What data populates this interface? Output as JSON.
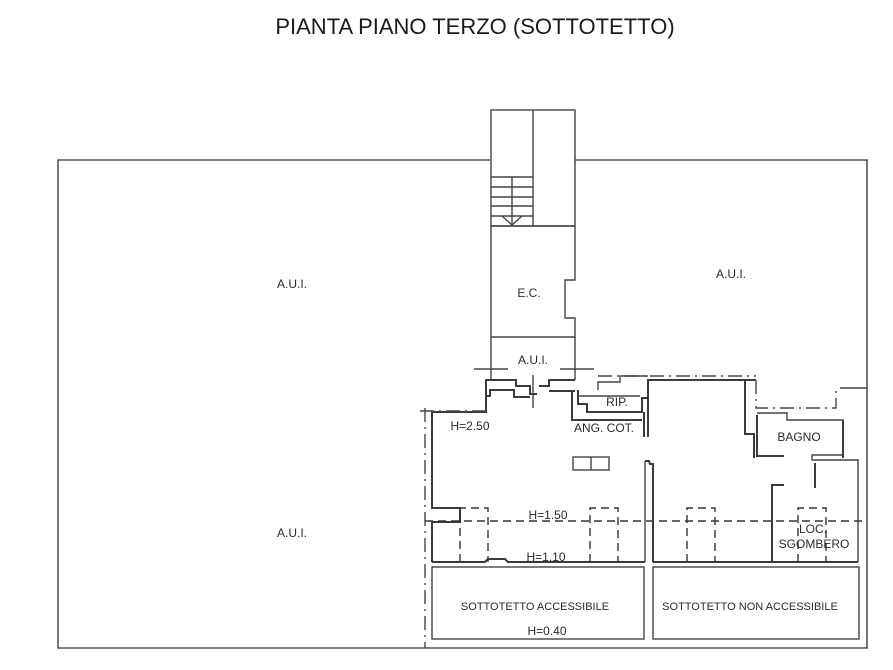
{
  "drawing": {
    "title": "PIANTA PIANO TERZO (SOTTOTETTO)",
    "colors": {
      "background": "#ffffff",
      "lines": "#3a3a3a",
      "text": "#2a2a2a"
    }
  },
  "areas": {
    "aui_top_left": "A.U.I.",
    "aui_bottom_left": "A.U.I.",
    "aui_top_right": "A.U.I.",
    "aui_landing": "A.U.I.",
    "stair_core": "E.C."
  },
  "rooms": {
    "rip": "RIP.",
    "ang_cot": "ANG. COT.",
    "bagno": "BAGNO",
    "loc_sgombero_line1": "LOC.",
    "loc_sgombero_line2": "SGOMBERO",
    "sottotetto_accessibile": "SOTTOTETTO ACCESSIBILE",
    "sottotetto_non_accessibile": "SOTTOTETTO NON ACCESSIBILE"
  },
  "heights": {
    "h_main": "H=2.50",
    "h_mid": "H=1.50",
    "h_low": "H=1.10",
    "h_attic": "H=0.40"
  }
}
